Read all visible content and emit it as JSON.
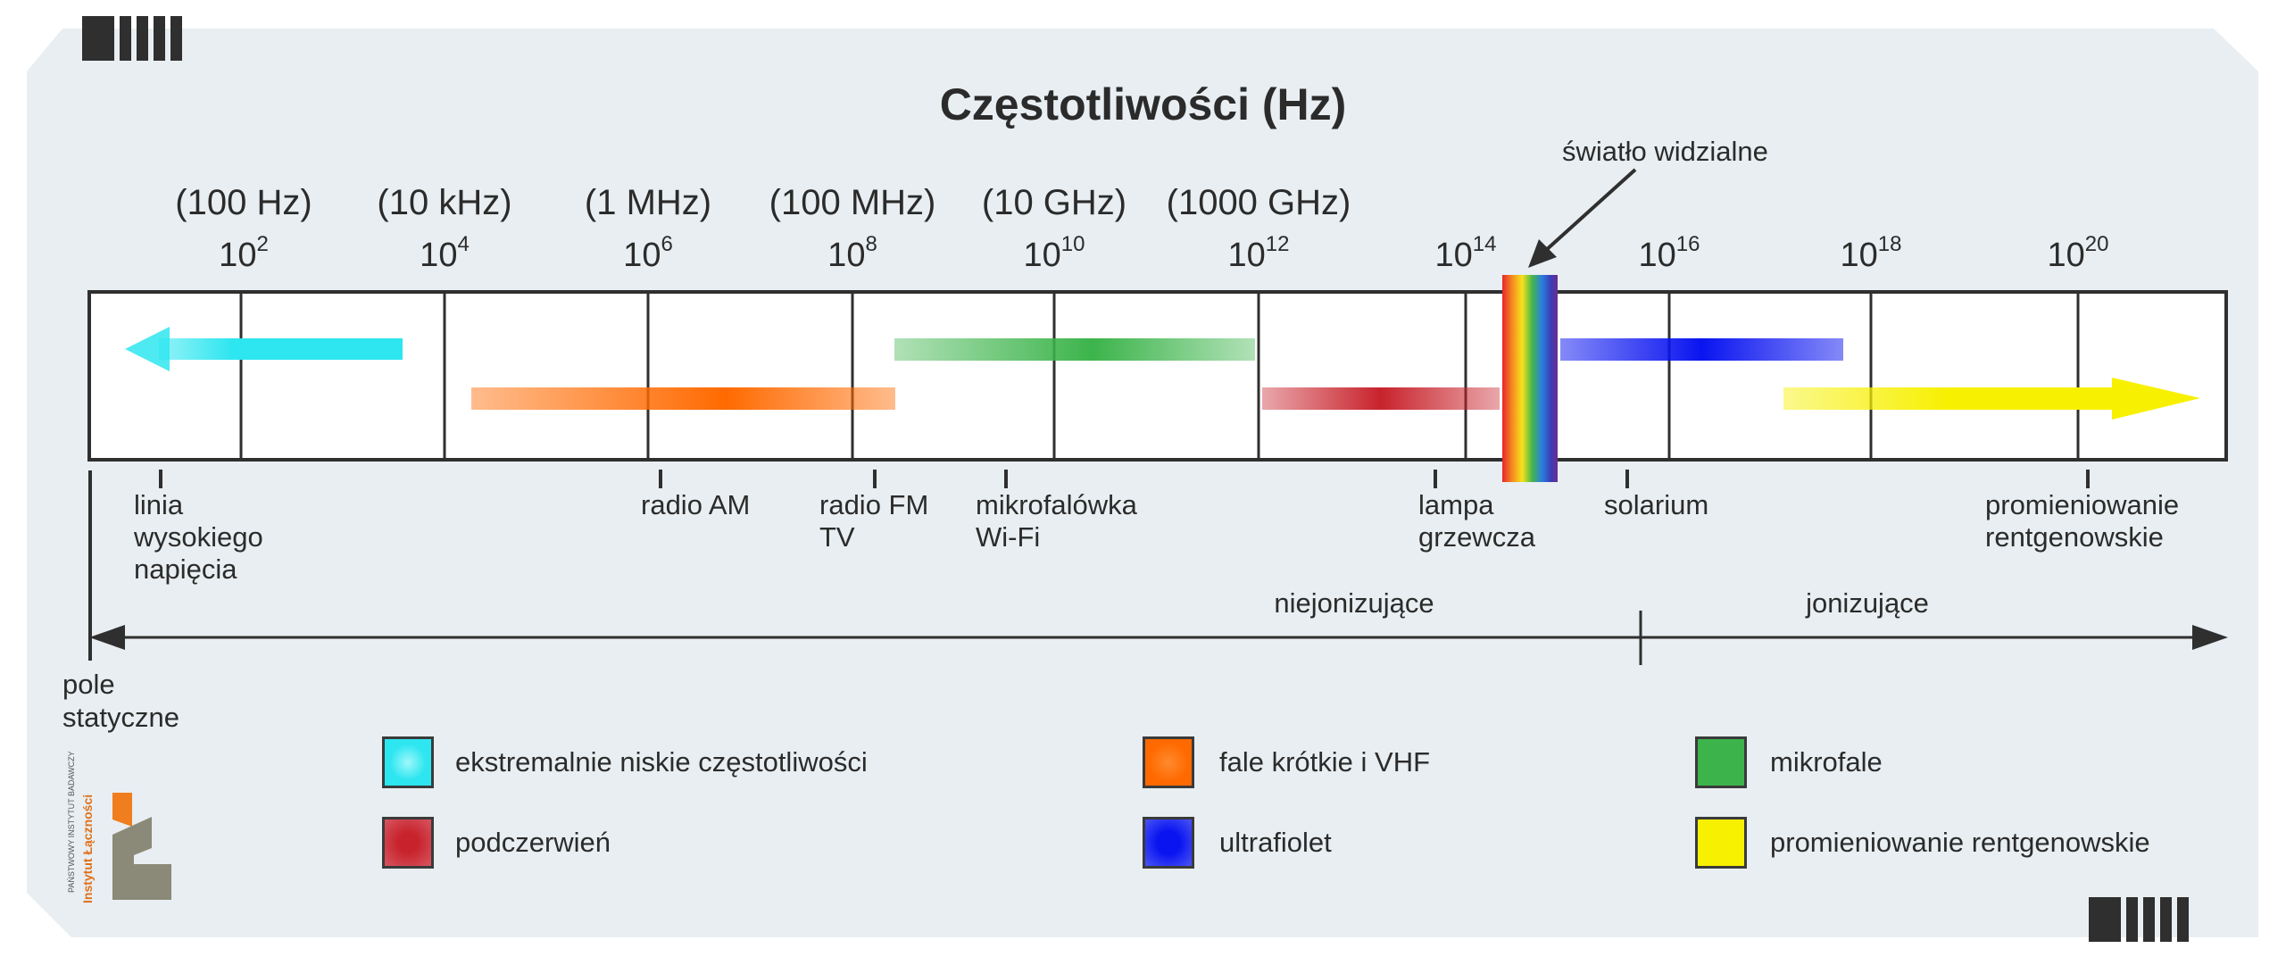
{
  "title": "Częstotliwości (Hz)",
  "hz_labels": [
    "(100 Hz)",
    "(10 kHz)",
    "(1 MHz)",
    "(100 MHz)",
    "(10 GHz)",
    "(1000 GHz)"
  ],
  "exponents": [
    {
      "base": "10",
      "exp": "2"
    },
    {
      "base": "10",
      "exp": "4"
    },
    {
      "base": "10",
      "exp": "6"
    },
    {
      "base": "10",
      "exp": "8"
    },
    {
      "base": "10",
      "exp": "10"
    },
    {
      "base": "10",
      "exp": "12"
    },
    {
      "base": "10",
      "exp": "14"
    },
    {
      "base": "10",
      "exp": "16"
    },
    {
      "base": "10",
      "exp": "18"
    },
    {
      "base": "10",
      "exp": "20"
    }
  ],
  "visible_light_label": "światło widzialne",
  "sources": [
    {
      "lines": [
        "linia",
        "wysokiego",
        "napięcia"
      ]
    },
    {
      "lines": [
        "radio AM"
      ]
    },
    {
      "lines": [
        "radio FM",
        "TV"
      ]
    },
    {
      "lines": [
        "mikrofalówka",
        "Wi-Fi"
      ]
    },
    {
      "lines": [
        "lampa",
        "grzewcza"
      ]
    },
    {
      "lines": [
        "solarium"
      ]
    },
    {
      "lines": [
        "promieniowanie",
        "rentgenowskie"
      ]
    }
  ],
  "categories": {
    "non_ionizing": "niejonizujące",
    "ionizing": "jonizujące"
  },
  "static_field": [
    "pole",
    "statyczne"
  ],
  "legend": [
    {
      "label": "ekstremalnie niskie częstotliwości",
      "color": "#2ee6f0"
    },
    {
      "label": "fale krótkie i VHF",
      "color": "#ff6a00"
    },
    {
      "label": "mikrofale",
      "color": "#3cb44b"
    },
    {
      "label": "podczerwień",
      "color": "#c8232c"
    },
    {
      "label": "ultrafiolet",
      "color": "#0a14f0"
    },
    {
      "label": "promieniowanie rentgenowskie",
      "color": "#f7f000"
    }
  ],
  "logo": {
    "small_text": "PAŃSTWOWY INSTYTUT BADAWCZY",
    "name": "Instytut Łączności"
  }
}
